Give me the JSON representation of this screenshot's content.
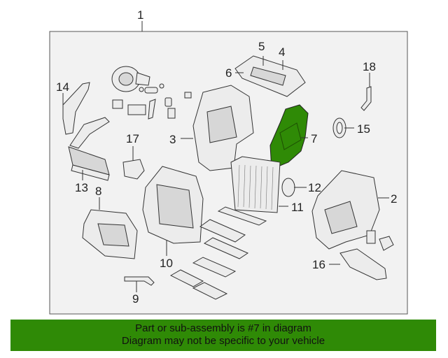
{
  "callouts": {
    "n1": "1",
    "n2": "2",
    "n3": "3",
    "n4": "4",
    "n5": "5",
    "n6": "6",
    "n7": "7",
    "n8": "8",
    "n9": "9",
    "n10": "10",
    "n11": "11",
    "n12": "12",
    "n13": "13",
    "n14": "14",
    "n15": "15",
    "n16": "16",
    "n17": "17",
    "n18": "18"
  },
  "highlight_color": "#2f8a06",
  "banner": {
    "line1": "Part or sub-assembly is #7 in diagram",
    "line2": "Diagram may not be specific to your vehicle"
  }
}
